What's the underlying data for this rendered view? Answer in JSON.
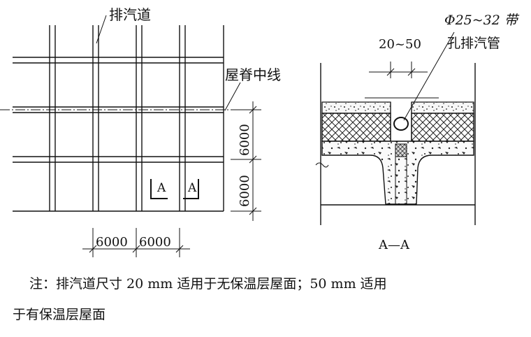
{
  "plan": {
    "vent_label": "排汽道",
    "ridge_label": "屋脊中线",
    "dim_x1": "6000",
    "dim_x2": "6000",
    "dim_y1": "6000",
    "dim_y2": "6000",
    "section_mark": "A"
  },
  "section": {
    "title": "A—A",
    "pipe_label_line1": "Φ25~32 带",
    "pipe_label_line2": "孔排汽管",
    "gap_dim": "20~50"
  },
  "note": {
    "line1": "注：排汽道尺寸 20 mm 适用于无保温层屋面；50 mm 适用",
    "line2": "于有保温层屋面"
  }
}
